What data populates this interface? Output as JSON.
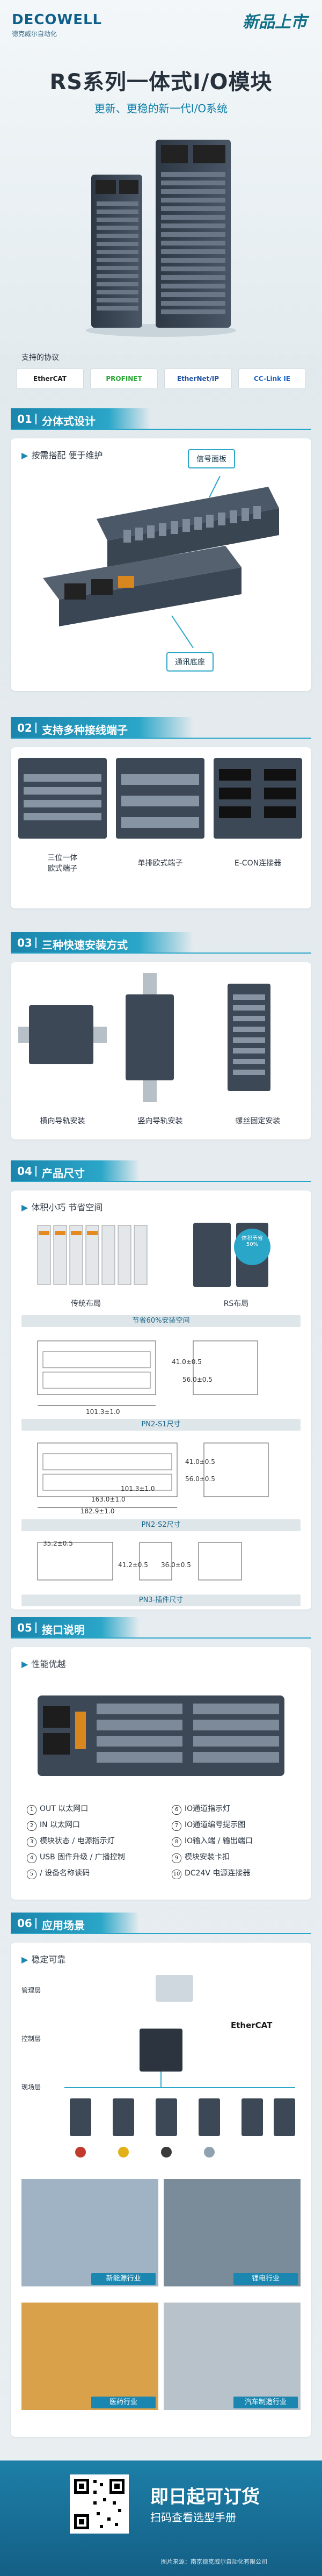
{
  "header": {
    "logo_main": "DECOWELL",
    "logo_sub": "德克威尔自动化",
    "badge_text": "新品上市",
    "title": "RS系列一体式I/O模块",
    "subtitle": "更新、更稳的新一代I/O系统"
  },
  "protocols": {
    "label": "支持的协议",
    "items": [
      {
        "name": "EtherCAT"
      },
      {
        "name": "PROFINET"
      },
      {
        "name": "EtherNet/IP"
      },
      {
        "name": "CC-Link IE"
      }
    ]
  },
  "s1": {
    "num": "01",
    "title": "分体式设计",
    "sub": "按需搭配 便于维护",
    "callout_top": "信号面板",
    "callout_bottom": "通讯底座"
  },
  "s2": {
    "num": "02",
    "title": "支持多种接线端子",
    "items": [
      {
        "label": "三位一体\n欧式端子"
      },
      {
        "label": "单排欧式端子"
      },
      {
        "label": "E-CON连接器"
      }
    ]
  },
  "s3": {
    "num": "03",
    "title": "三种快速安装方式",
    "items": [
      {
        "label": "横向导轨安装"
      },
      {
        "label": "竖向导轨安装"
      },
      {
        "label": "螺丝固定安装"
      }
    ]
  },
  "s4": {
    "num": "04",
    "title": "产品尺寸",
    "sub": "体积小巧 节省空间",
    "left_cap": "传统布局",
    "right_cap": "RS布局",
    "bubble": "体积节省50%",
    "banner1": "节省60%安装空间",
    "d1": "41.0±0.5",
    "d2": "56.0±0.5",
    "d3": "101.3±1.0",
    "banner2": "PN2-S1尺寸",
    "d4": "41.0±0.5",
    "d5": "56.0±0.5",
    "d6": "101.3±1.0",
    "d7": "163.0±1.0",
    "d8": "182.9±1.0",
    "banner3": "PN2-S2尺寸",
    "d9": "35.2±0.5",
    "d10": "41.2±0.5",
    "d11": "36.0±0.5",
    "banner4": "PN3-插件尺寸"
  },
  "s5": {
    "num": "05",
    "title": "接口说明",
    "sub": "性能优越",
    "left": [
      {
        "n": "1",
        "t": "OUT 以太网口"
      },
      {
        "n": "2",
        "t": "IN 以太网口"
      },
      {
        "n": "3",
        "t": "模块状态 / 电源指示灯"
      },
      {
        "n": "4",
        "t": "USB 固件升级 / 广播控制"
      },
      {
        "n": "5",
        "t": "/ 设备名称读码"
      }
    ],
    "right": [
      {
        "n": "6",
        "t": "IO通道指示灯"
      },
      {
        "n": "7",
        "t": "IO通道编号提示图"
      },
      {
        "n": "8",
        "t": "IO输入端 / 输出端口"
      },
      {
        "n": "9",
        "t": "模块安装卡扣"
      },
      {
        "n": "10",
        "t": "DC24V 电源连接器"
      }
    ]
  },
  "s6": {
    "num": "06",
    "title": "应用场景",
    "sub": "稳定可靠",
    "labels": [
      {
        "t": "管理层"
      },
      {
        "t": "控制层"
      },
      {
        "t": "现场层"
      }
    ],
    "ethercat": "EtherCAT",
    "apps": [
      {
        "t": "新能源行业"
      },
      {
        "t": "锂电行业"
      },
      {
        "t": "医药行业"
      },
      {
        "t": "汽车制造行业"
      }
    ]
  },
  "footer": {
    "cta1": "即日起可订货",
    "cta2": "扫码查看选型手册",
    "credit": "图片来源：南京德克威尔自动化有限公司"
  },
  "colors": {
    "accent": "#1b87b1",
    "accent_light": "#2aa6c8",
    "module_dark": "#3b4654"
  }
}
